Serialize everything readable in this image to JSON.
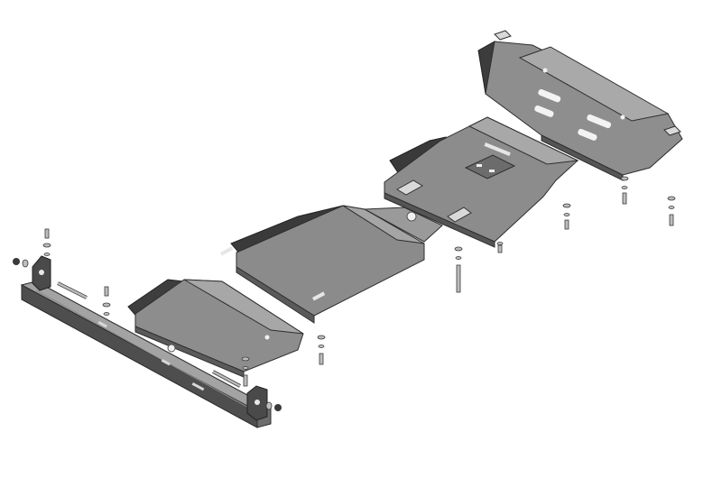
{
  "colors": {
    "background": "#ffffff",
    "plate_top": "#8e8e8e",
    "plate_light": "#a6a6a6",
    "plate_dark": "#4f4f4f",
    "plate_edge": "#2e2e2e",
    "hole": "#f2f2f2",
    "hardware": "#bdbdbd",
    "hardware_dark": "#3a3a3a"
  },
  "parts": [
    "front-skid-plate",
    "engine-skid-plate",
    "transmission-skid-plate",
    "transfer-case-skid-plate",
    "front-crossmember-rail",
    "mounting-hardware"
  ]
}
